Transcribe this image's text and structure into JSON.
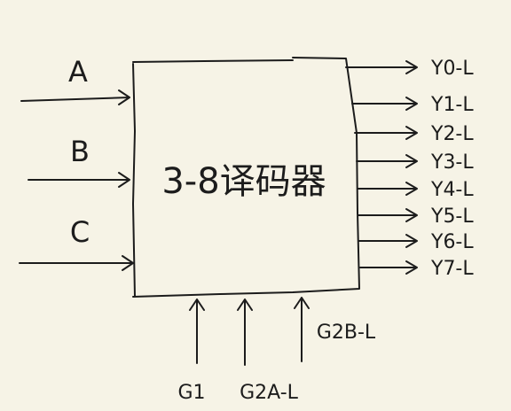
{
  "colors": {
    "background": "#f6f3e6",
    "ink": "#1c1c1c"
  },
  "block": {
    "label": "3-8译码器"
  },
  "inputs": [
    {
      "label": "A"
    },
    {
      "label": "B"
    },
    {
      "label": "C"
    }
  ],
  "enables": [
    {
      "label": "G1"
    },
    {
      "label": "G2A-L"
    },
    {
      "label": "G2B-L"
    }
  ],
  "outputs": [
    {
      "label": "Y0-L"
    },
    {
      "label": "Y1-L"
    },
    {
      "label": "Y2-L"
    },
    {
      "label": "Y3-L"
    },
    {
      "label": "Y4-L"
    },
    {
      "label": "Y5-L"
    },
    {
      "label": "Y6-L"
    },
    {
      "label": "Y7-L"
    }
  ]
}
